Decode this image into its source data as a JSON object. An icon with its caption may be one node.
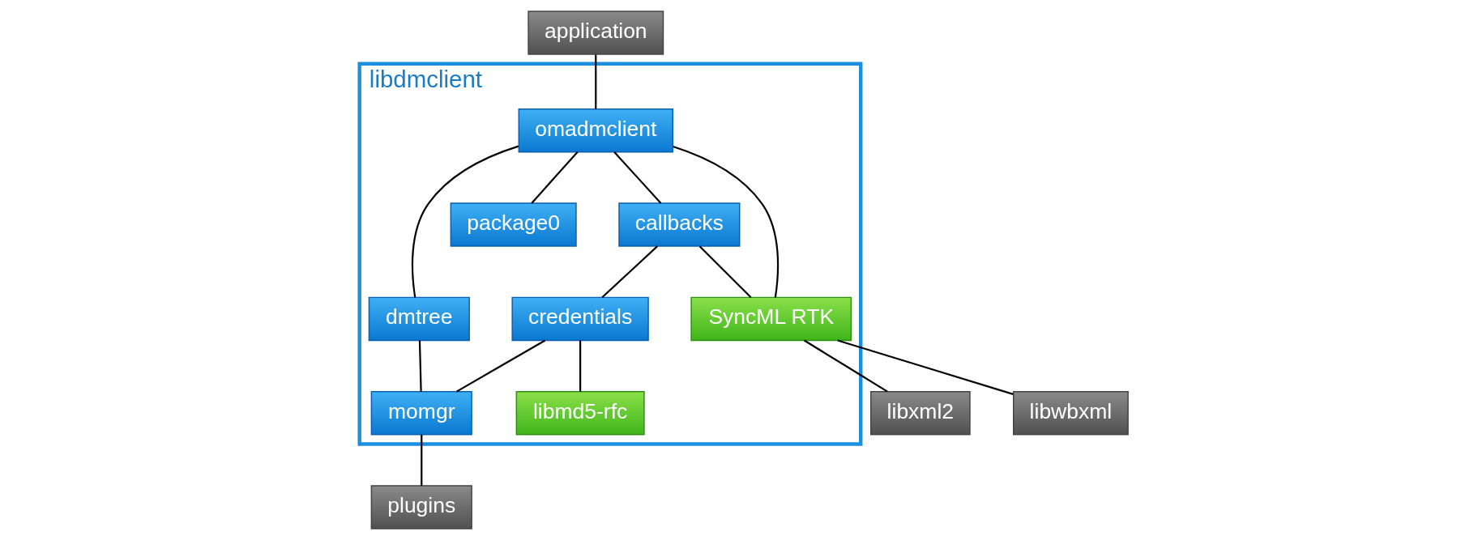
{
  "diagram": {
    "nodes": [
      {
        "text": [
          "libdmclient"
        ]
      },
      {
        "text": [
          "application"
        ]
      },
      {
        "text": [
          "omadmclient"
        ],
        "in": 0
      },
      {
        "text": [
          "dmtree"
        ],
        "in": 0
      },
      {
        "text": [
          "momgr"
        ],
        "in": 0
      },
      {
        "text": [
          "plugins"
        ]
      },
      {
        "text": [
          "package0"
        ],
        "in": 0
      },
      {
        "text": [
          "callbacks"
        ],
        "in": 0
      },
      {
        "text": [
          "credentials"
        ],
        "in": 0
      },
      {
        "text": [
          "SyncML RTK"
        ],
        "in": 0
      },
      {
        "text": [
          "libmd5-rfc"
        ],
        "in": 0
      },
      {
        "text": [
          "libxml2"
        ]
      },
      {
        "text": [
          "libwbxml"
        ]
      }
    ],
    "edges": [
      {
        "from": 1,
        "to": 2,
        "arrow": "none"
      },
      {
        "from": 2,
        "to": 6,
        "arrow": "none"
      },
      {
        "from": 2,
        "to": 3,
        "arrow": "none"
      },
      {
        "from": 2,
        "to": 7,
        "arrow": "none"
      },
      {
        "from": 2,
        "to": 9,
        "arrow": "none"
      },
      {
        "from": 3,
        "to": 4,
        "arrow": "none"
      },
      {
        "from": 8,
        "to": 4,
        "arrow": "none"
      },
      {
        "from": 4,
        "to": 5,
        "arrow": "none"
      },
      {
        "from": 7,
        "to": 8,
        "arrow": "none"
      },
      {
        "from": 7,
        "to": 9,
        "arrow": "none"
      },
      {
        "from": 8,
        "to": 10,
        "arrow": "none"
      },
      {
        "from": 9,
        "to": 11,
        "arrow": "none"
      },
      {
        "from": 9,
        "to": 12,
        "arrow": "none"
      }
    ]
  }
}
